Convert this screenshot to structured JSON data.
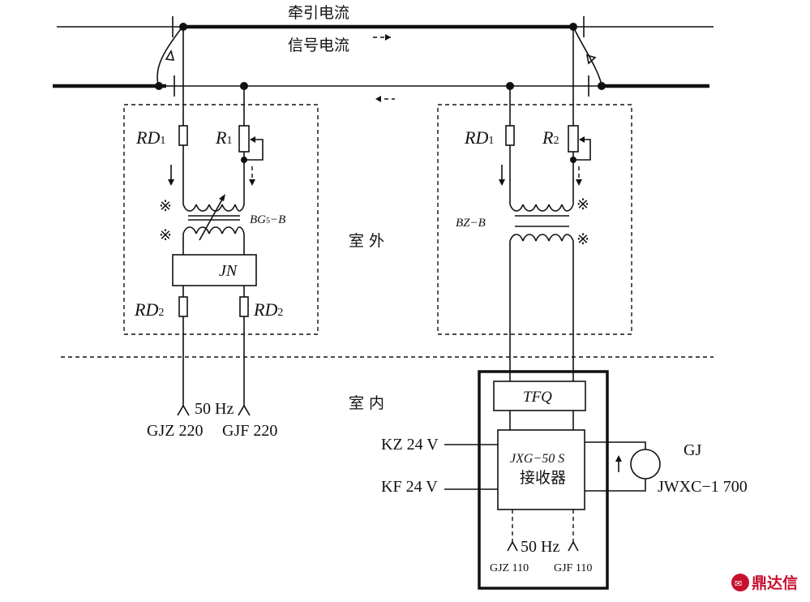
{
  "labels": {
    "traction_current": "牵引电流",
    "signal_current": "信号电流",
    "outdoor": "室 外",
    "indoor": "室 内",
    "rd1": "RD",
    "rd1_sub": "1",
    "rd2": "RD",
    "rd2_sub": "2",
    "r1": "R",
    "r1_sub": "1",
    "r2": "R",
    "r2_sub": "2",
    "bg5b": "BG",
    "bg5b_sub": "5",
    "bg5b_suffix": "−B",
    "bzb": "BZ−B",
    "jn": "JN",
    "tfq": "TFQ",
    "jxg": "JXG−50 S",
    "receiver": "接收器",
    "hz_left": "50 Hz",
    "gjz220": "GJZ 220",
    "gjf220": "GJF 220",
    "kz24": "KZ 24 V",
    "kf24": "KF 24 V",
    "hz_right": "50 Hz",
    "gjz110": "GJZ 110",
    "gjf110": "GJF 110",
    "gj": "GJ",
    "jwxc": "JWXC−1 700",
    "ref_mark": "※",
    "logo": "鼎达信"
  }
}
